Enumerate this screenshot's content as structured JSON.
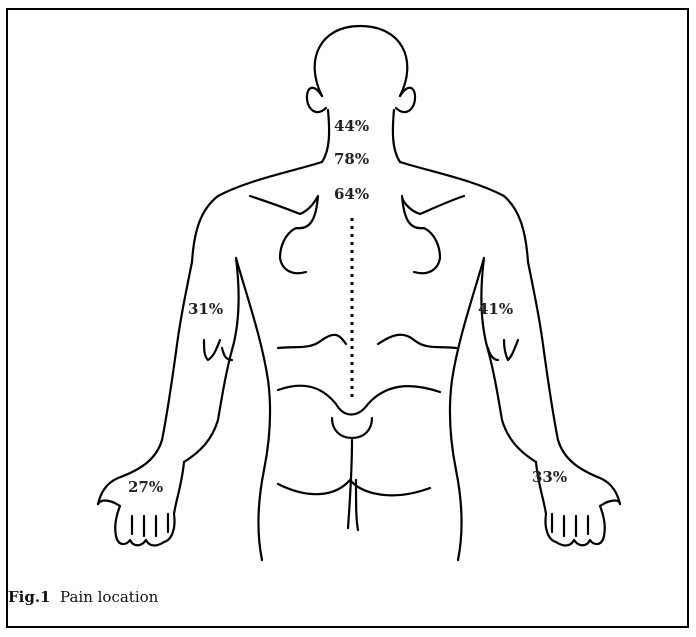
{
  "figure": {
    "caption_number": "Fig.1",
    "caption_text": "Pain location",
    "labels": {
      "neck_upper": "44%",
      "neck_lower": "78%",
      "upper_back": "64%",
      "right_upper_arm": "31%",
      "left_upper_arm": "41%",
      "right_hand": "27%",
      "left_hand": "33%"
    }
  }
}
